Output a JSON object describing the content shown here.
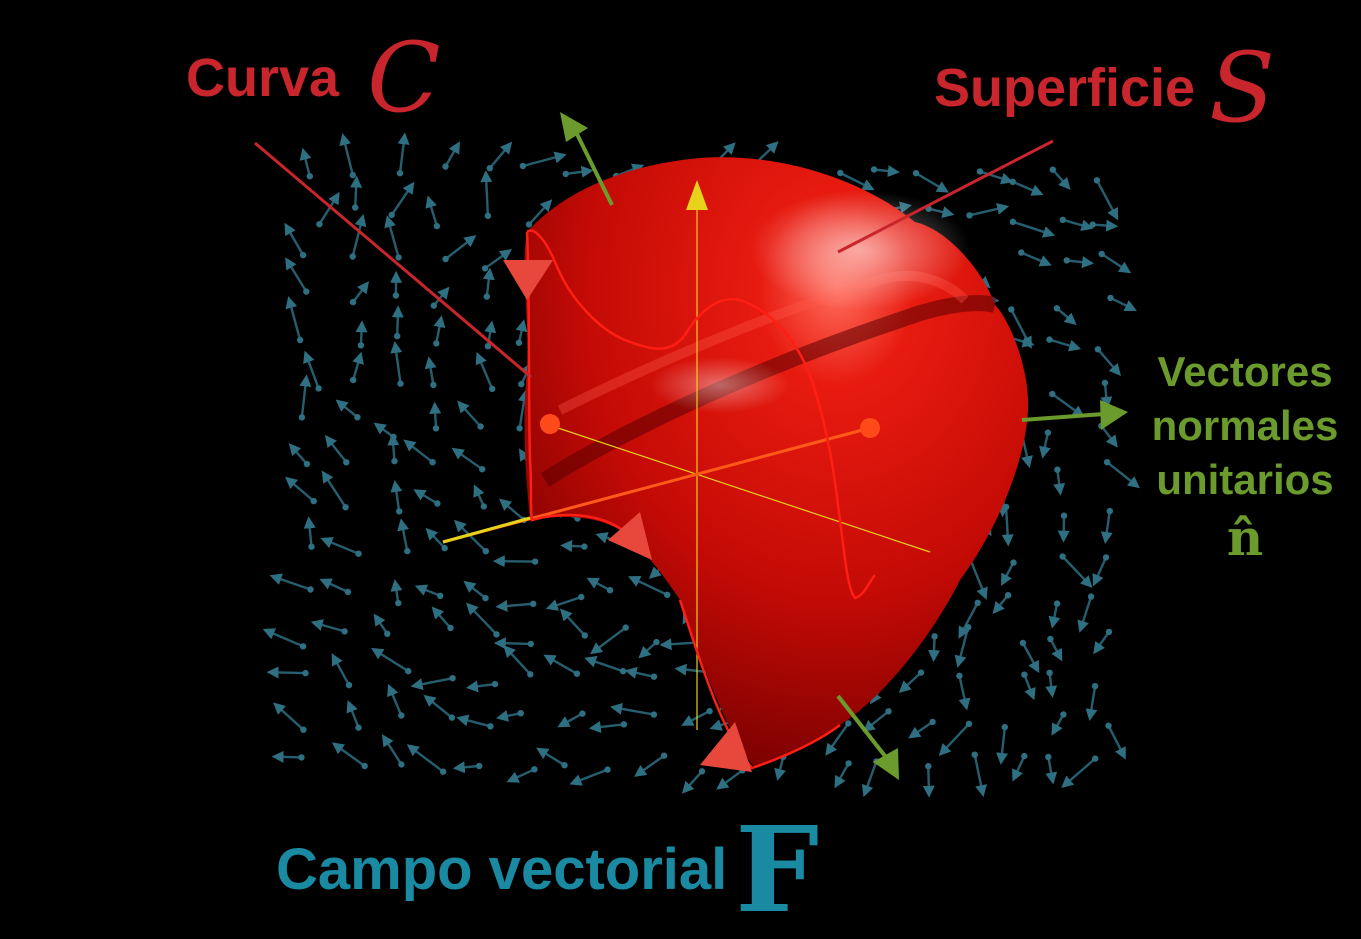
{
  "labels": {
    "curve": {
      "text": "Curva",
      "symbol": "C"
    },
    "surface": {
      "text": "Superficie",
      "symbol": "S"
    },
    "normals": {
      "lines": [
        "Vectores",
        "normales",
        "unitarios"
      ],
      "symbol": "n̂"
    },
    "field": {
      "text": "Campo vectorial",
      "symbol": "F"
    }
  },
  "colors": {
    "background": "#000000",
    "curve": "#c9252c",
    "surface": "#d40d0d",
    "normals": "#6b9b2c",
    "field": "#1a8aa3",
    "field_arrows": "#2e6f82",
    "axis": "#e6d21a"
  }
}
